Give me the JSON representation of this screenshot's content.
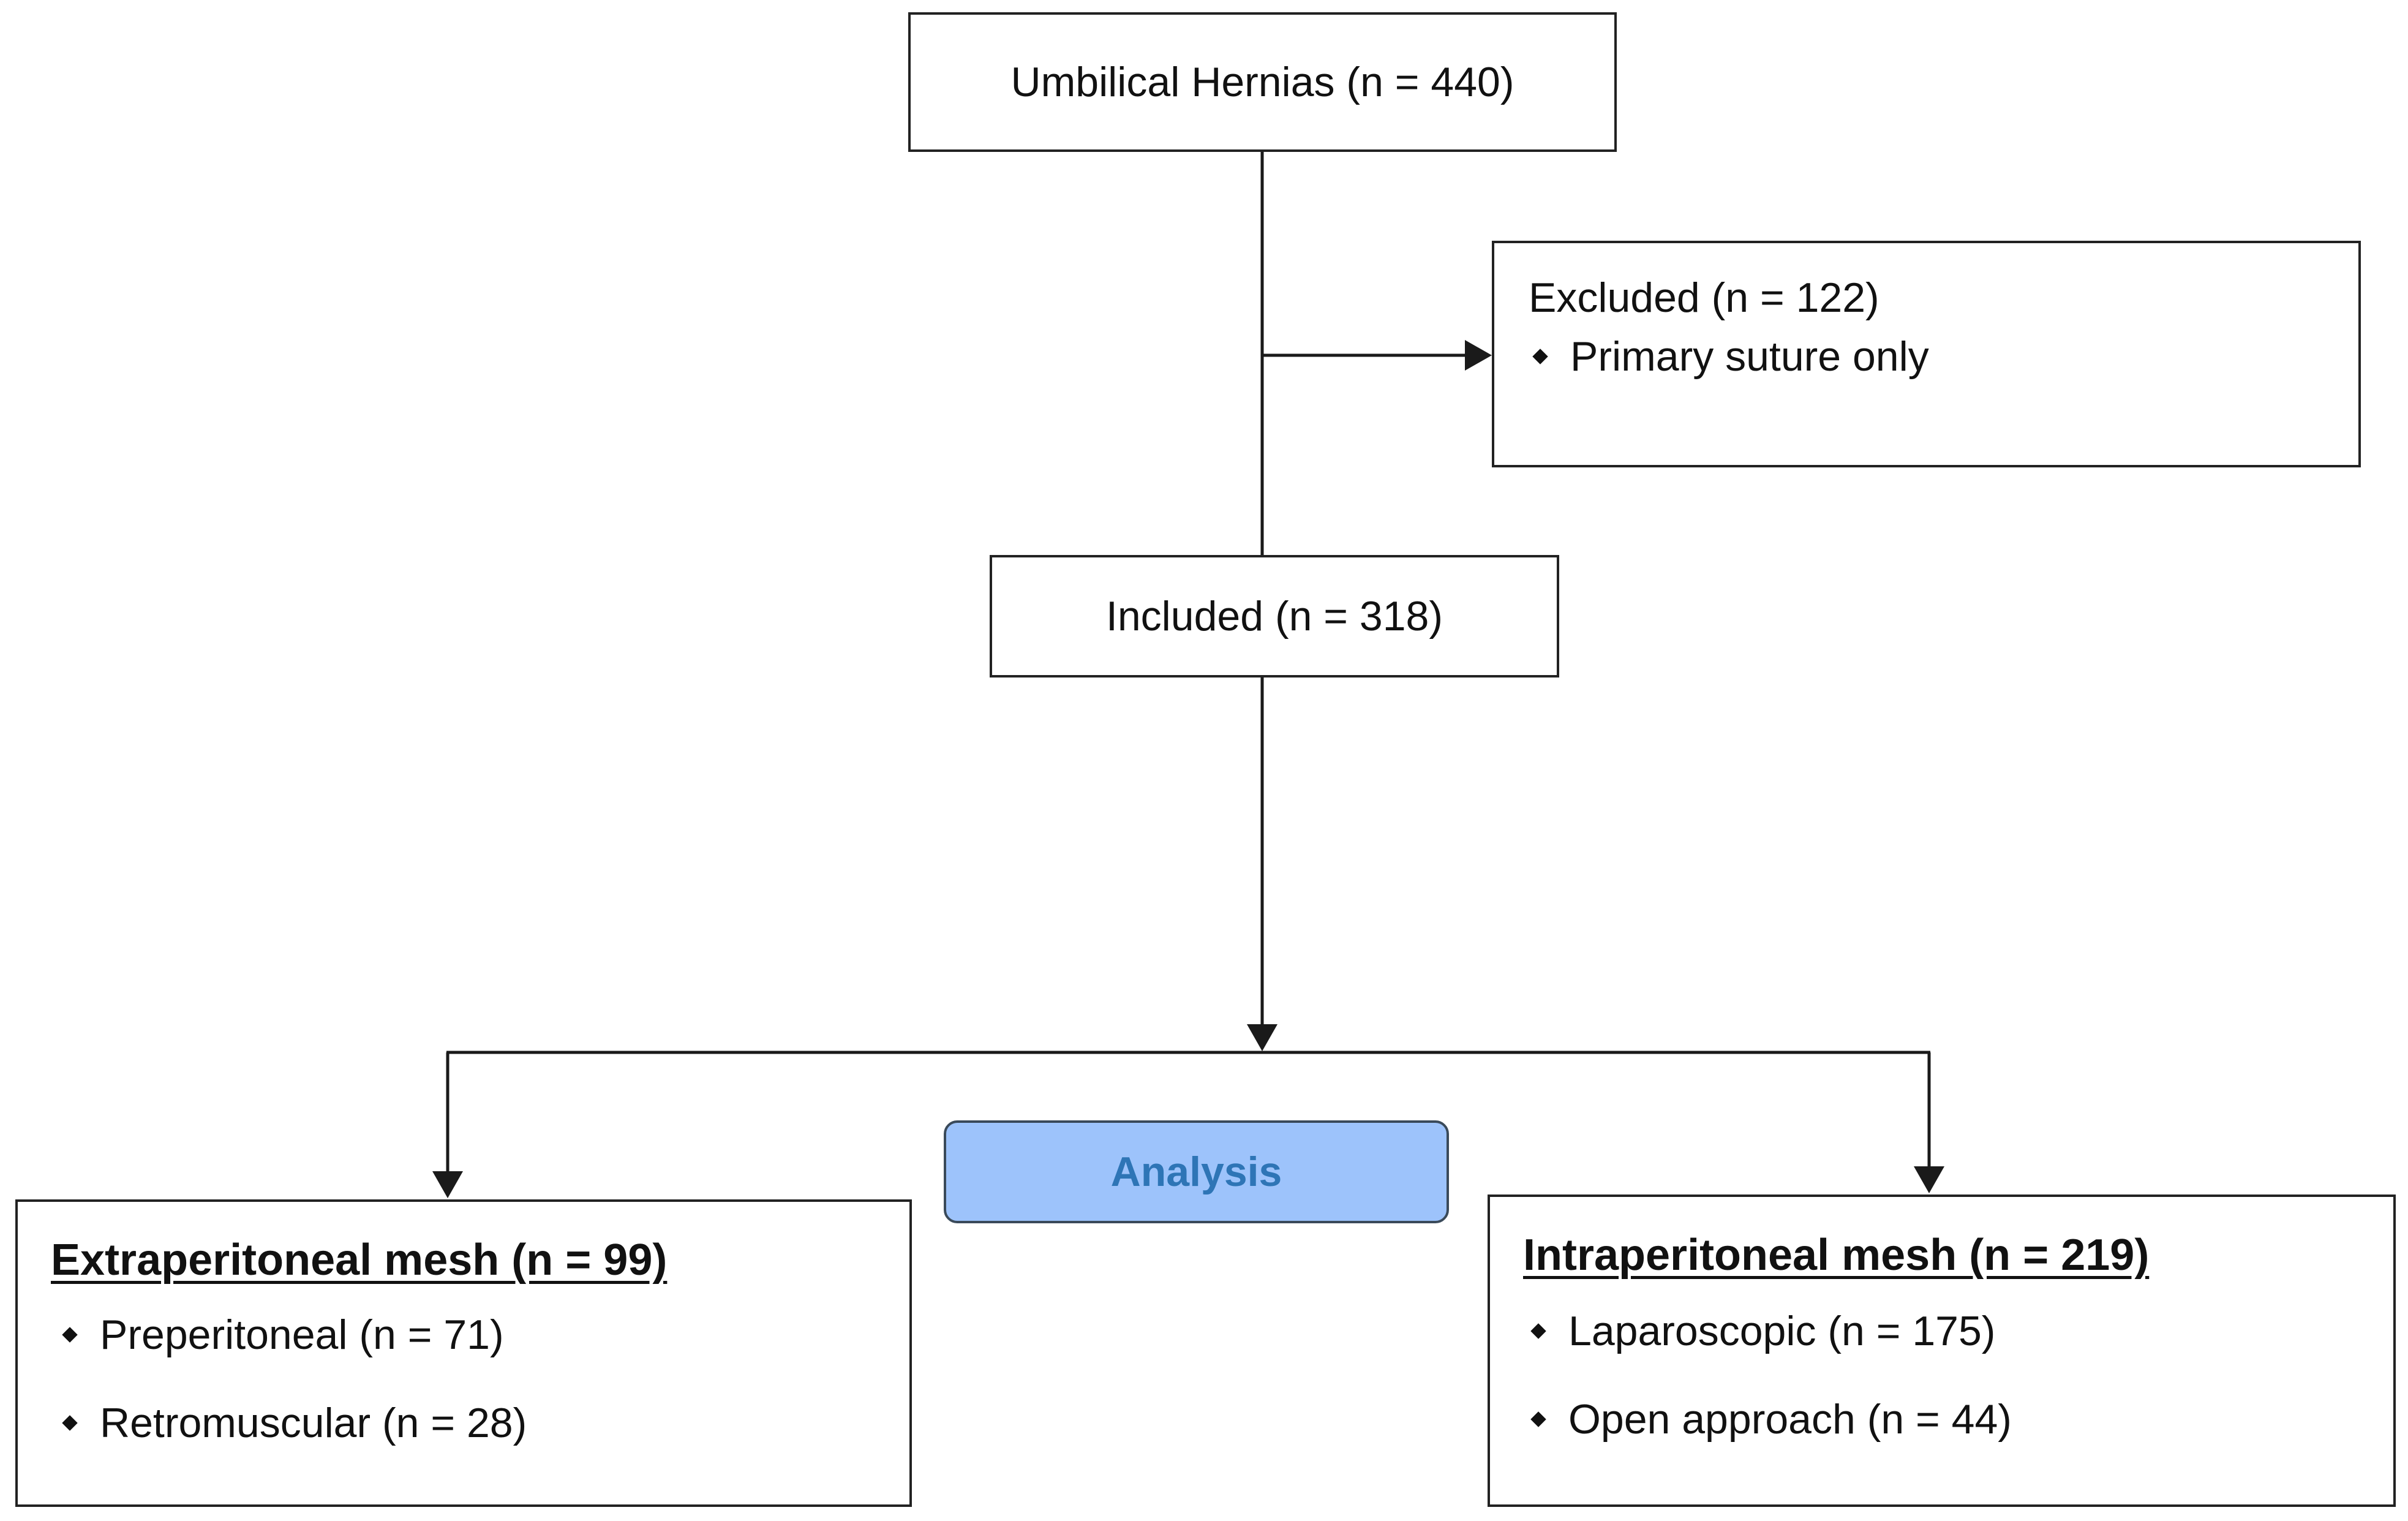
{
  "diagram": {
    "total_box": {
      "label": "Umbilical Hernias (n = 440)"
    },
    "excluded_box": {
      "title": "Excluded (n = 122)",
      "items": [
        "Primary suture only"
      ]
    },
    "included_box": {
      "label": "Included (n = 318)"
    },
    "analysis": {
      "label": "Analysis",
      "fill_color": "#9dc3fb",
      "text_color": "#2e75b6"
    },
    "extraperitoneal": {
      "title": "Extraperitoneal mesh (n = 99)",
      "items": [
        "Preperitoneal (n = 71)",
        "Retromuscular (n = 28)"
      ]
    },
    "intraperitoneal": {
      "title": "Intraperitoneal mesh (n = 219)",
      "items": [
        "Laparoscopic (n = 175)",
        "Open approach (n = 44)"
      ]
    },
    "icons": {
      "bullet": "diamond-bullet-icon",
      "arrow": "arrowhead-icon"
    },
    "colors": {
      "line": "#1a1a1a",
      "border": "#222222",
      "text": "#111111"
    }
  }
}
